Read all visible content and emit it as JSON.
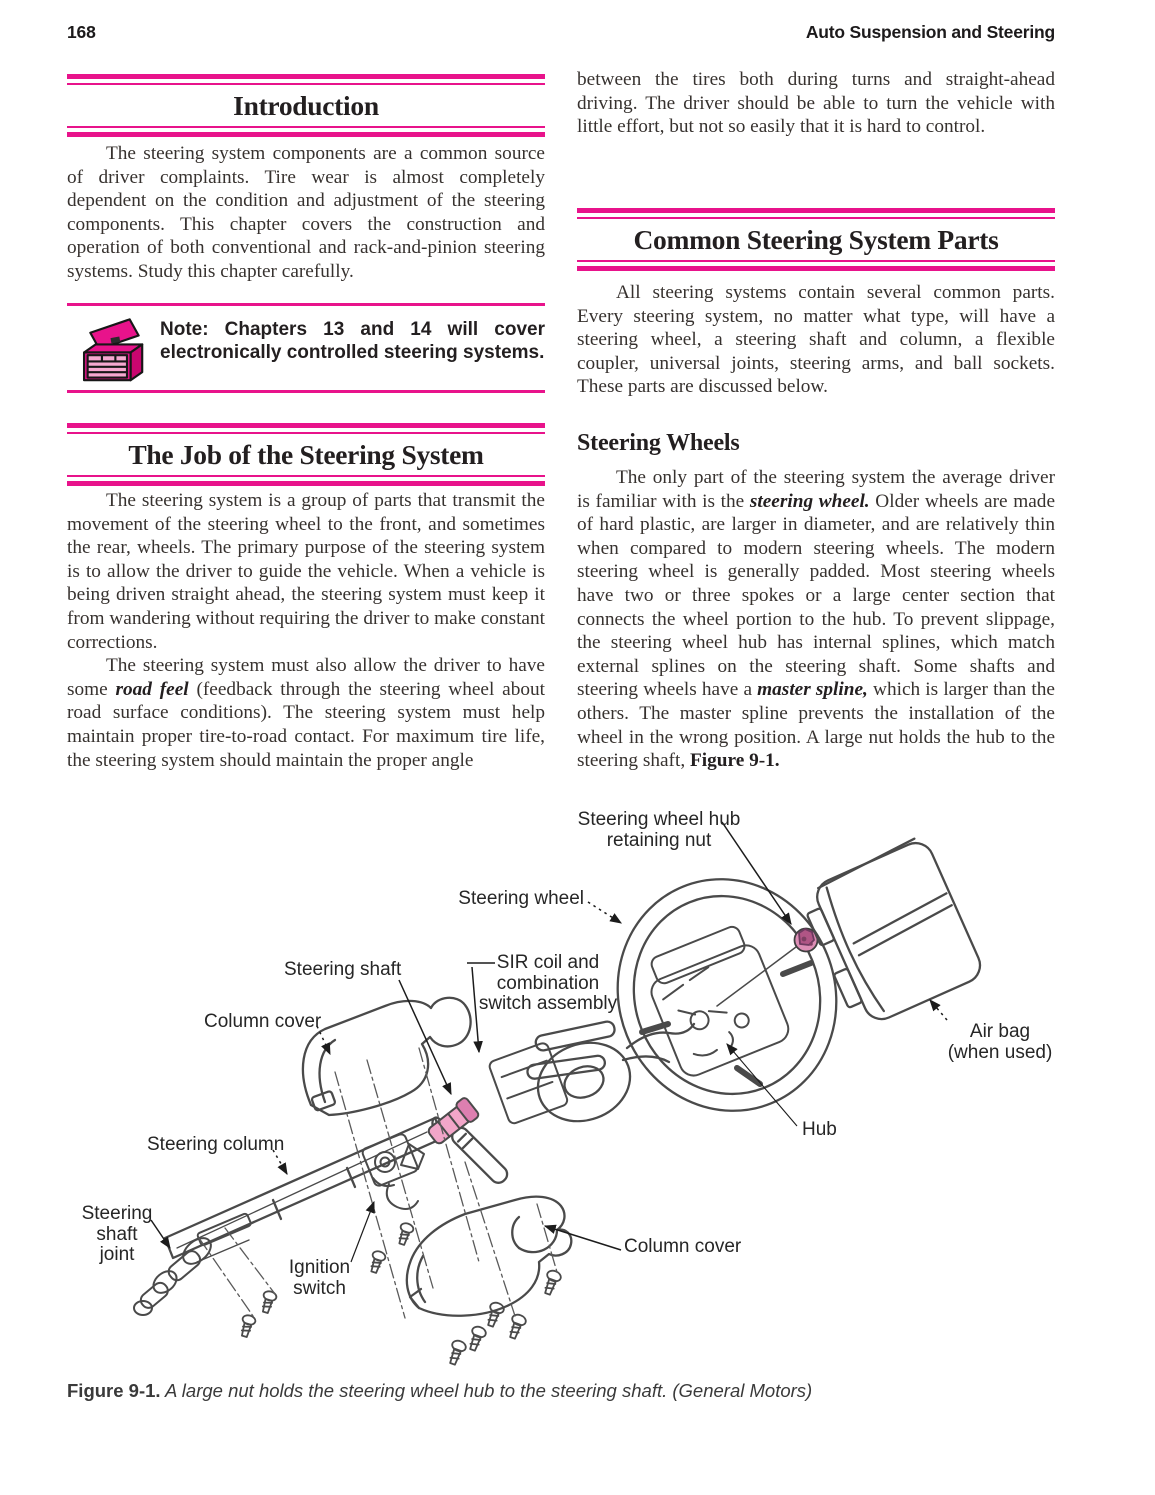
{
  "page_header": {
    "page_number": "168",
    "running_title": "Auto Suspension and Steering"
  },
  "left_column": {
    "intro_heading": "Introduction",
    "intro_para": "The steering system components are a common source of driver complaints. Tire wear is almost completely dependent on the condition and adjustment of the steering components. This chapter covers the construction and operation of both conventional and rack-and-pinion steering systems. Study this chapter carefully.",
    "note_text": "Note: Chapters 13 and 14 will cover electronically controlled steering systems.",
    "note_icon": "toolbox-icon",
    "job_heading": "The Job of the Steering System",
    "job_para1": "The steering system is a group of parts that transmit the movement of the steering wheel to the front, and sometimes the rear, wheels. The primary purpose of the steering system is to allow the driver to guide the vehicle. When a vehicle is being driven straight ahead, the steering system must keep it from wandering without requiring the driver to make constant corrections.",
    "job_para2_pre": "The steering system must also allow the driver to have some ",
    "job_para2_term": "road feel",
    "job_para2_post": " (feedback through the steering wheel about road surface conditions). The steering system must help maintain proper tire-to-road contact. For maximum tire life, the steering system should maintain the proper angle"
  },
  "right_column": {
    "continued_para": "between the tires both during turns and straight-ahead driving. The driver should be able to turn the vehicle with little effort, but not so easily that it is hard to control.",
    "common_heading": "Common Steering System Parts",
    "common_para": "All steering systems contain several common parts. Every steering system, no matter what type, will have a steering wheel, a steering shaft and column, a flexible coupler, universal joints, steering arms, and ball sockets. These parts are discussed below.",
    "wheels_heading": "Steering Wheels",
    "wheels_para_pre": "The only part of the steering system the average driver is familiar with is the ",
    "wheels_term1": "steering wheel.",
    "wheels_para_mid": " Older wheels are made of hard plastic, are larger in diameter, and are relatively thin when compared to modern steering wheels. The modern steering wheel is generally padded. Most steering wheels have two or three spokes or a large center section that connects the wheel portion to the hub. To prevent slippage, the steering wheel hub has internal splines, which match external splines on the steering shaft. Some shafts and steering wheels have a ",
    "wheels_term2": "master spline,",
    "wheels_para_post": " which is larger than the others. The master spline prevents the installation of the wheel in the wrong position. A large nut holds the hub to the steering shaft, ",
    "wheels_figref": "Figure 9-1."
  },
  "figure": {
    "labels": {
      "hub_nut": "Steering wheel hub\nretaining nut",
      "steering_wheel": "Steering wheel",
      "sir_coil": "SIR coil and\ncombination\nswitch assembly",
      "steering_shaft": "Steering shaft",
      "column_cover_upper": "Column cover",
      "steering_column": "Steering column",
      "steering_shaft_joint": "Steering\nshaft\njoint",
      "ignition_switch": "Ignition\nswitch",
      "column_cover_lower": "Column cover",
      "hub": "Hub",
      "air_bag": "Air bag\n(when used)"
    },
    "caption_label": "Figure 9-1.",
    "caption_text": " A large nut holds the steering wheel hub to the steering shaft. (General Motors)"
  },
  "colors": {
    "accent_pink": "#E8138B",
    "drawer_pink": "#F6A8D0",
    "highlight_pink": "#F2A6C9",
    "nut_pink": "#DD8DB5",
    "line_art": "#4a4a4a"
  }
}
